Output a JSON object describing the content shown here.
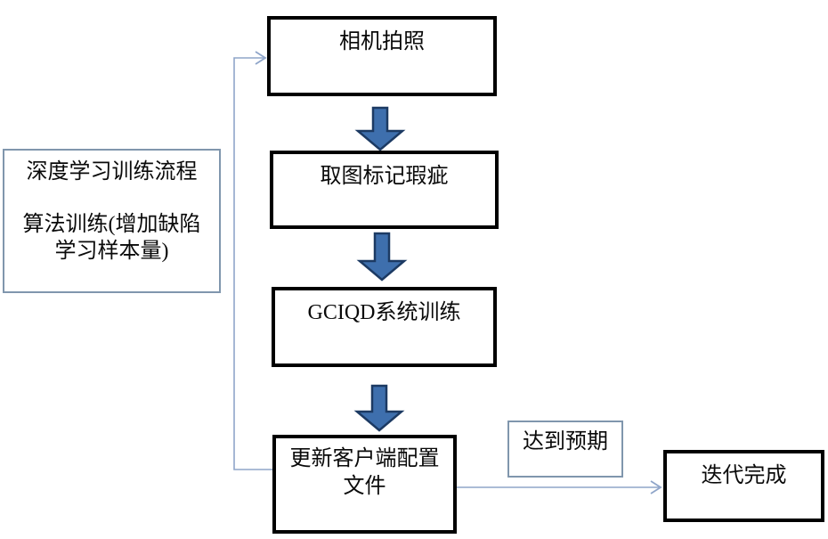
{
  "diagram": {
    "note": {
      "line1": "深度学习训练流程",
      "line2": "算法训练(增加缺陷",
      "line3": "学习样本量)"
    },
    "nodes": {
      "step1": "相机拍照",
      "step2": "取图标记瑕疵",
      "step3": "GCIQD系统训练",
      "step4_line1": "更新客户端配置",
      "step4_line2": "文件",
      "branch_label": "达到预期",
      "end": "迭代完成"
    }
  },
  "colors": {
    "node_border": "#000000",
    "note_border": "#8096ad",
    "block_arrow_fill": "#3e6fad",
    "block_arrow_stroke": "#1c3a63",
    "connector_line": "#8fa5c9",
    "background": "#ffffff"
  }
}
